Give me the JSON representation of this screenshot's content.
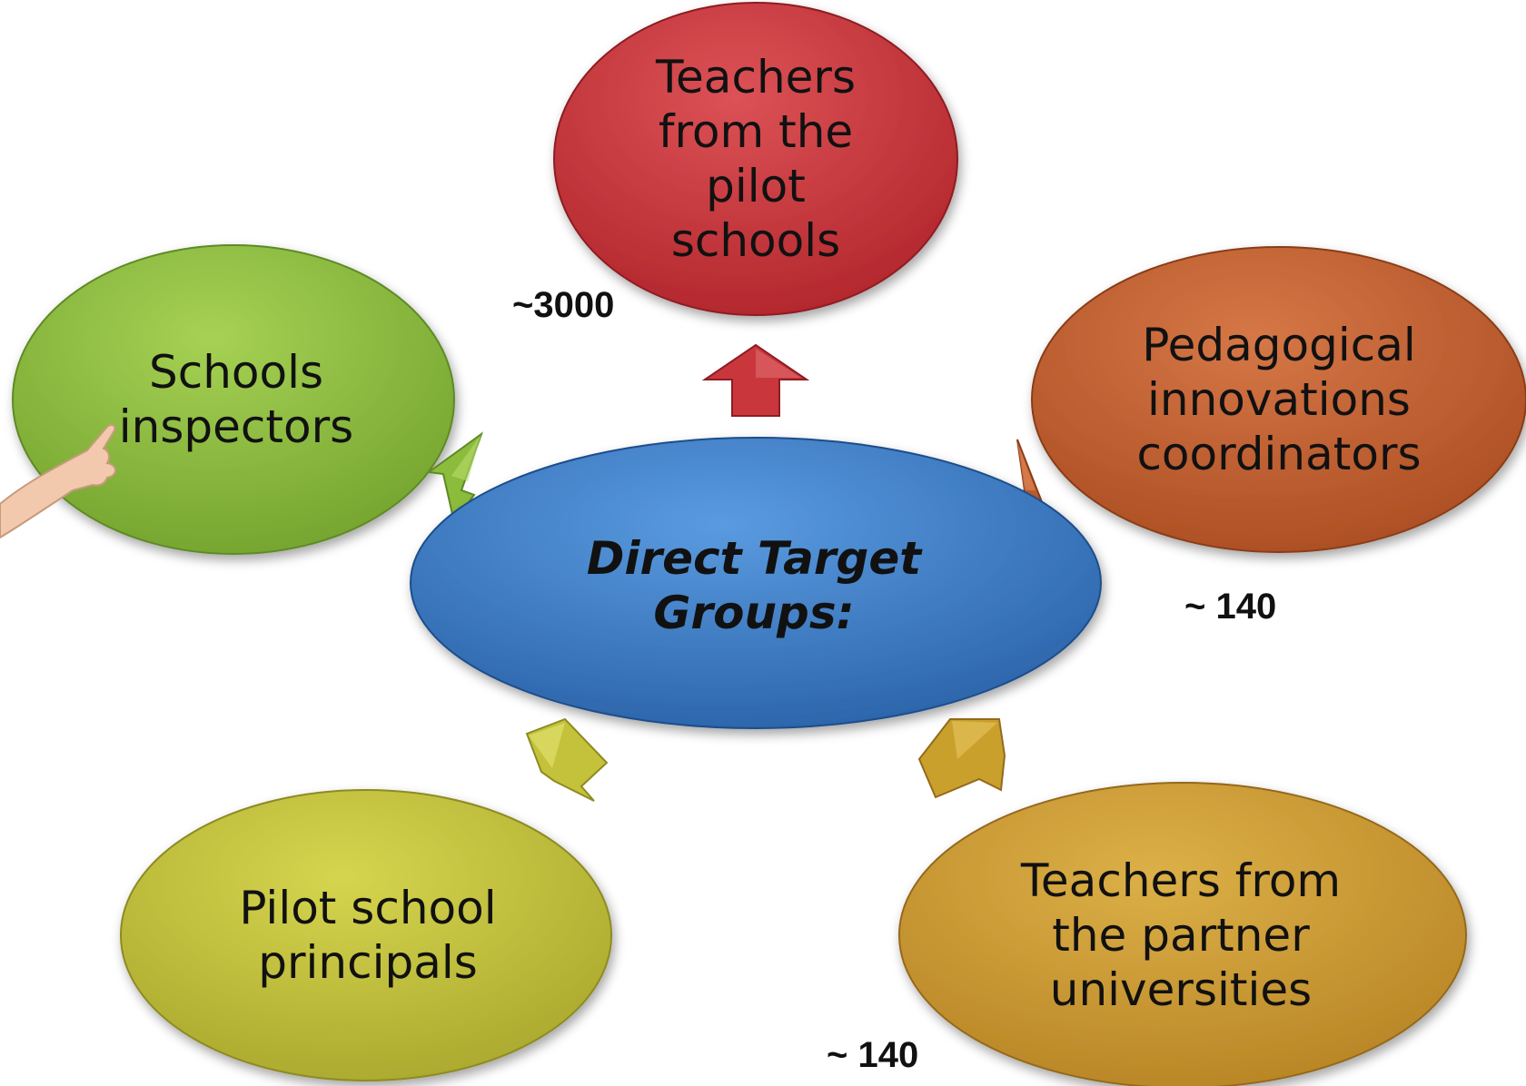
{
  "center": {
    "label": "Direct Target\nGroups:",
    "color": "#3a7cc8"
  },
  "nodes": [
    {
      "id": "teachers-pilot",
      "label": "Teachers\nfrom  the\npilot\nschools",
      "color": "#c9373c",
      "count": "~3000"
    },
    {
      "id": "pedagogical-coordinators",
      "label": "Pedagogical\ninnovations\ncoordinators",
      "color": "#c2602e",
      "count": "~ 140"
    },
    {
      "id": "partner-university-teachers",
      "label": "Teachers from\nthe partner\nuniversities",
      "color": "#cc9a2c",
      "count": "~ 140"
    },
    {
      "id": "pilot-principals",
      "label": "Pilot school\nprincipals",
      "color": "#c4c23a",
      "count": ""
    },
    {
      "id": "school-inspectors",
      "label": "Schools\ninspectors",
      "color": "#8fbd3c",
      "count": ""
    }
  ],
  "arrows": [
    {
      "to": "teachers-pilot",
      "color": "#c9373c"
    },
    {
      "to": "pedagogical-coordinators",
      "color": "#c2602e"
    },
    {
      "to": "partner-university-teachers",
      "color": "#c9a02c"
    },
    {
      "to": "pilot-principals",
      "color": "#c4c23a"
    },
    {
      "to": "school-inspectors",
      "color": "#8cbc3c"
    }
  ],
  "decoration": {
    "pointer": "pointing-hand-icon"
  }
}
